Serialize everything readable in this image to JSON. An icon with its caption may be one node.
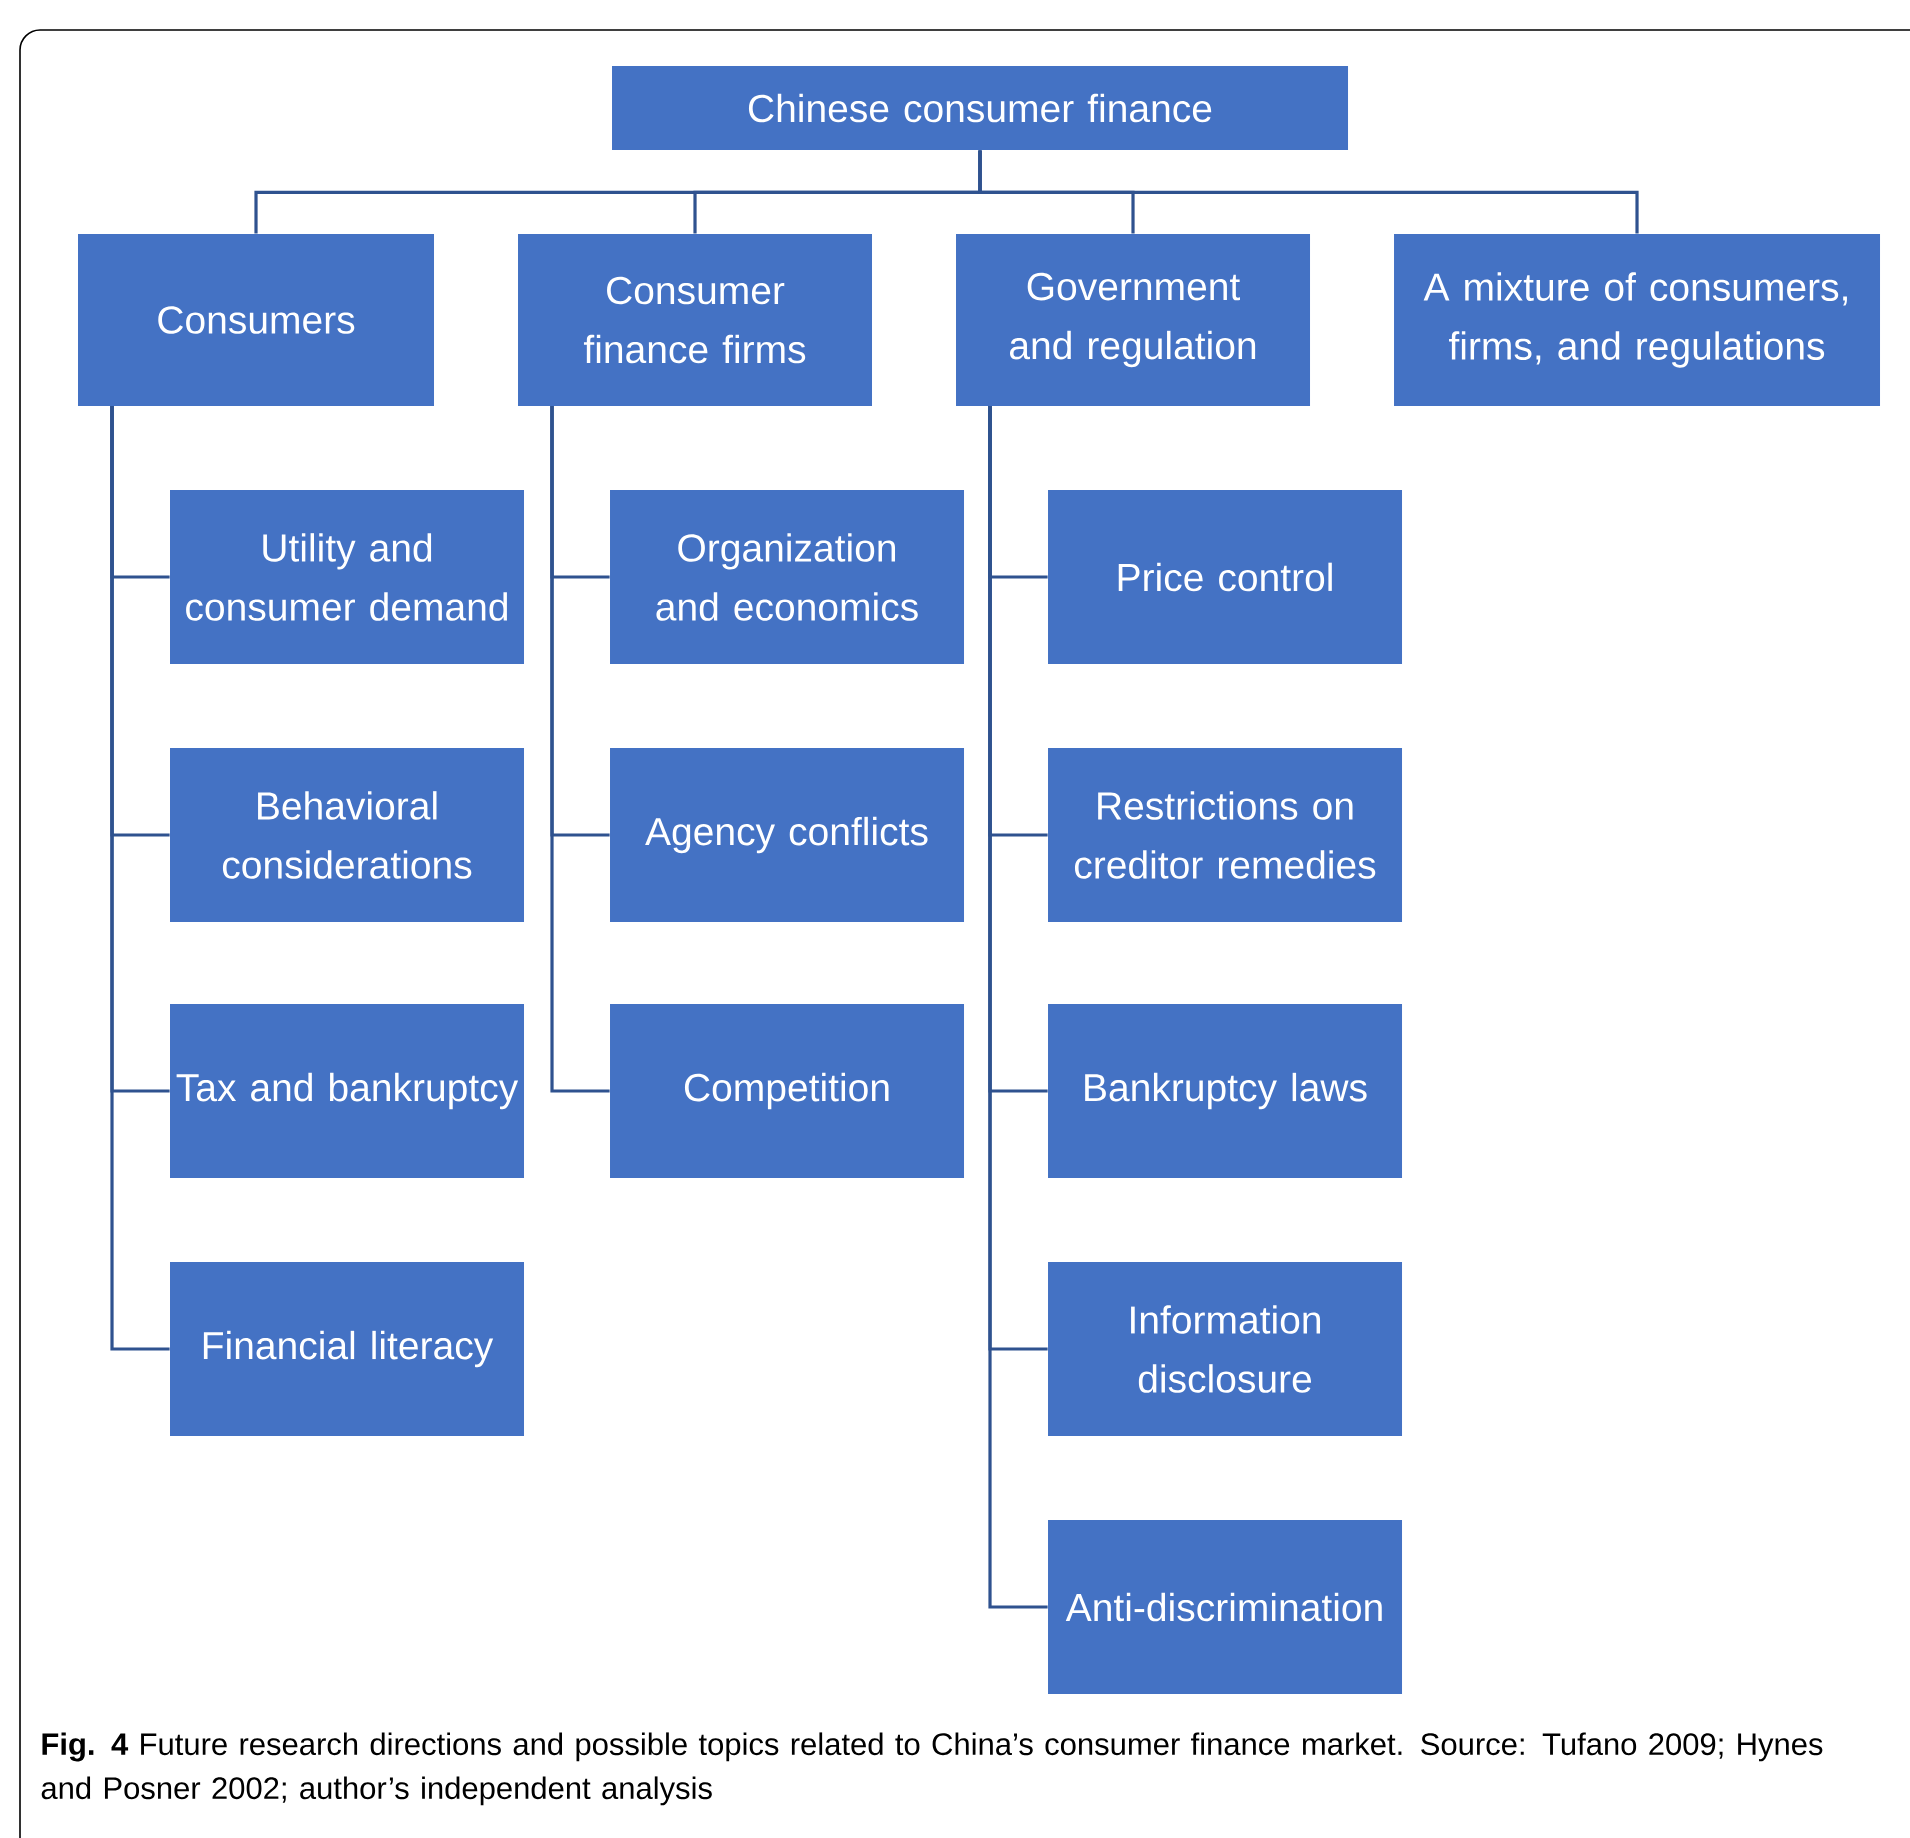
{
  "diagram": {
    "caption": "**Fig. 4** Future research directions and possible topics related to China’s consumer finance market. Source: Tufano 2009; Hynes and Posner 2002; author’s independent analysis",
    "nodes": [
      {
        "text": [
          "Chinese consumer finance"
        ]
      },
      {
        "text": [
          "Consumers"
        ]
      },
      {
        "text": [
          "Consumer finance firms"
        ]
      },
      {
        "text": [
          "Government and regulation"
        ]
      },
      {
        "text": [
          "A mixture of consumers, firms, and regulations"
        ]
      },
      {
        "text": [
          "Utility and consumer demand"
        ]
      },
      {
        "text": [
          "Behavioral considerations"
        ]
      },
      {
        "text": [
          "Tax and bankruptcy"
        ]
      },
      {
        "text": [
          "Financial literacy"
        ]
      },
      {
        "text": [
          "Organization and economics"
        ]
      },
      {
        "text": [
          "Agency conflicts"
        ]
      },
      {
        "text": [
          "Competition"
        ]
      },
      {
        "text": [
          "Price control"
        ]
      },
      {
        "text": [
          "Restrictions on creditor remedies"
        ]
      },
      {
        "text": [
          "Bankruptcy laws"
        ]
      },
      {
        "text": [
          "Information disclosure"
        ]
      },
      {
        "text": [
          "Anti-discrimination"
        ]
      }
    ],
    "edges": [
      {
        "from": 0,
        "to": 1,
        "arrow": "none"
      },
      {
        "from": 0,
        "to": 2,
        "arrow": "none"
      },
      {
        "from": 0,
        "to": 3,
        "arrow": "none"
      },
      {
        "from": 0,
        "to": 4,
        "arrow": "none"
      },
      {
        "from": 1,
        "to": 5,
        "arrow": "none"
      },
      {
        "from": 1,
        "to": 6,
        "arrow": "none"
      },
      {
        "from": 1,
        "to": 7,
        "arrow": "none"
      },
      {
        "from": 1,
        "to": 8,
        "arrow": "none"
      },
      {
        "from": 2,
        "to": 9,
        "arrow": "none"
      },
      {
        "from": 2,
        "to": 10,
        "arrow": "none"
      },
      {
        "from": 2,
        "to": 11,
        "arrow": "none"
      },
      {
        "from": 3,
        "to": 12,
        "arrow": "none"
      },
      {
        "from": 3,
        "to": 13,
        "arrow": "none"
      },
      {
        "from": 3,
        "to": 14,
        "arrow": "none"
      },
      {
        "from": 3,
        "to": 15,
        "arrow": "none"
      },
      {
        "from": 3,
        "to": 16,
        "arrow": "none"
      }
    ]
  }
}
